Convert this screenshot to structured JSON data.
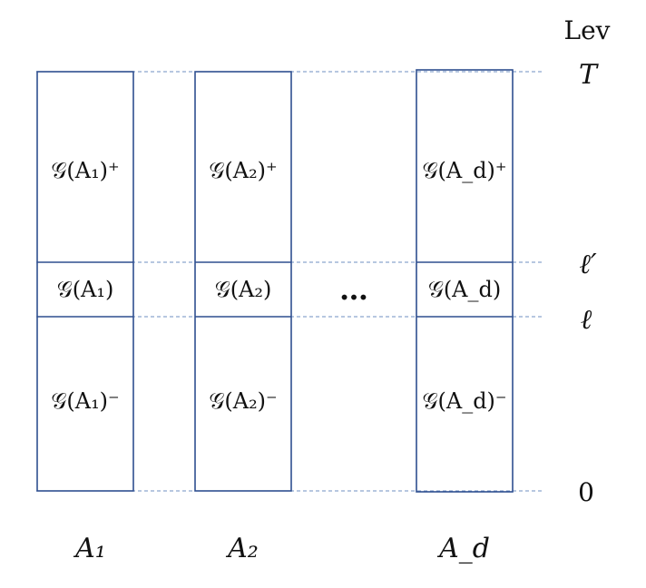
{
  "level_axis": {
    "title": "Lev",
    "levels": [
      {
        "key": "T",
        "label": "T"
      },
      {
        "key": "lprime",
        "label": "ℓ′"
      },
      {
        "key": "l",
        "label": "ℓ"
      },
      {
        "key": "zero",
        "label": "0"
      }
    ]
  },
  "columns": [
    {
      "name": "A₁",
      "upper": "𝒢(A₁)⁺",
      "middle": "𝒢(A₁)",
      "lower": "𝒢(A₁)⁻"
    },
    {
      "name": "A₂",
      "upper": "𝒢(A₂)⁺",
      "middle": "𝒢(A₂)",
      "lower": "𝒢(A₂)⁻"
    },
    {
      "name": "A_d",
      "upper": "𝒢(A_d)⁺",
      "middle": "𝒢(A_d)",
      "lower": "𝒢(A_d)⁻"
    }
  ],
  "ellipsis": "…",
  "colors": {
    "box_stroke": "#2f4f8f",
    "dashed_line": "#6f8fc2"
  }
}
